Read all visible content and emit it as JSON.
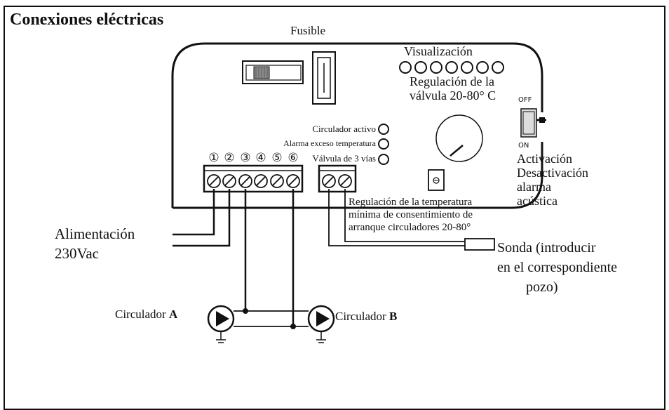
{
  "title": "Conexiones eléctricas",
  "labels": {
    "fusible": "Fusible",
    "visualizacion": "Visualización",
    "regulacion_valvula_1": "Regulación de la",
    "regulacion_valvula_2": "válvula 20-80° C",
    "off": "OFF",
    "on": "ON",
    "activacion_1": "Activación",
    "activacion_2": "Desactivación",
    "activacion_3": "alarma",
    "activacion_4": "acústica",
    "circulador_activo": "Circulador activo",
    "alarma_exceso": "Alarma exceso temperatura",
    "valvula_3_vias": "Válvula de 3 vías",
    "regulacion_temp_1": "Regulación de la temperatura",
    "regulacion_temp_2": "mínima de consentimiento de",
    "regulacion_temp_3": "arranque circuladores 20-80°",
    "alimentacion_1": "Alimentación",
    "alimentacion_2": "230Vac",
    "sonda_1": "Sonda (introducir",
    "sonda_2": "en el correspondiente",
    "sonda_3": "pozo)",
    "circulador_a_prefix": "Circulador ",
    "circulador_a_letter": "A",
    "circulador_b_prefix": "Circulador ",
    "circulador_b_letter": "B"
  },
  "terminal_numbers": [
    "①",
    "②",
    "③",
    "④",
    "⑤",
    "⑥"
  ],
  "led_count": 7
}
